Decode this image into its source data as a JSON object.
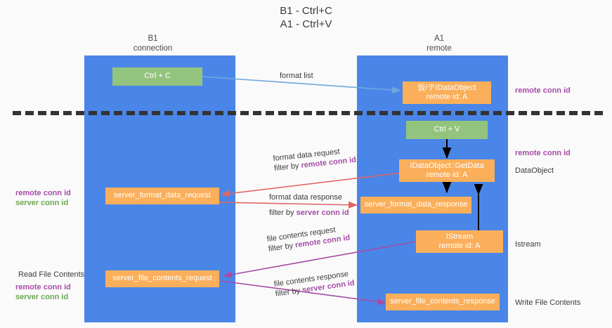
{
  "title": {
    "line1": "B1 - Ctrl+C",
    "line2": "A1 - Ctrl+V"
  },
  "lanes": [
    {
      "id": "b1",
      "name": "B1",
      "role": "connection",
      "color": "#4a86e8"
    },
    {
      "id": "a1",
      "name": "A1",
      "role": "remote",
      "color": "#4a86e8"
    }
  ],
  "nodes": {
    "ctrl_c": {
      "line1": "Ctrl + C",
      "line2": ""
    },
    "idataobject": {
      "line1": "仮/テIDataObject",
      "line2": "remote id: A"
    },
    "ctrl_v": {
      "line1": "Ctrl + V",
      "line2": ""
    },
    "getdata": {
      "line1": "IDataObject::GetData",
      "line2": "remote id: A"
    },
    "fmt_req": {
      "line1": "server_format_data_request",
      "line2": ""
    },
    "fmt_resp": {
      "line1": "server_format_data_response",
      "line2": ""
    },
    "istream": {
      "line1": "IStream",
      "line2": "remote id: A"
    },
    "file_req": {
      "line1": "server_file_contents_request",
      "line2": ""
    },
    "file_resp": {
      "line1": "server_file_contents_response",
      "line2": ""
    }
  },
  "edges": {
    "format_list": {
      "l1": "format list",
      "l2_pre": "",
      "l2_hl": ""
    },
    "fmt_data_request": {
      "l1": "format data request",
      "l2_pre": "filter by ",
      "l2_hl": "remote conn id"
    },
    "fmt_data_response": {
      "l1": "format data response",
      "l2_pre": "filter by ",
      "l2_hl": "server conn id"
    },
    "file_request": {
      "l1": "file contents request",
      "l2_pre": "filter by ",
      "l2_hl": "remote conn id"
    },
    "file_response": {
      "l1": "file contents response",
      "l2_pre": "filter by ",
      "l2_hl": "server conn id"
    }
  },
  "annotations": {
    "right_remote_top": "remote conn id",
    "right_remote_mid": "remote conn id",
    "right_dataobject": "DataObject",
    "right_istream": "Istream",
    "right_write_file": "Write File Contents",
    "left_mid_remote": "remote conn id",
    "left_mid_server": "server conn id",
    "left_read_file": "Read File Contents",
    "left_bot_remote": "remote conn id",
    "left_bot_server": "server conn id"
  },
  "colors": {
    "lane": "#4a86e8",
    "green_node": "#93c47d",
    "orange_node": "#fbaf5a",
    "remote_text": "#a64ca6",
    "server_text": "#6aa84f",
    "arrow_blue": "#6fa8dc",
    "arrow_red": "#e06666",
    "arrow_purple": "#a64ca6",
    "arrow_black": "#000000",
    "divider": "#333333",
    "background": "#fafafa"
  }
}
